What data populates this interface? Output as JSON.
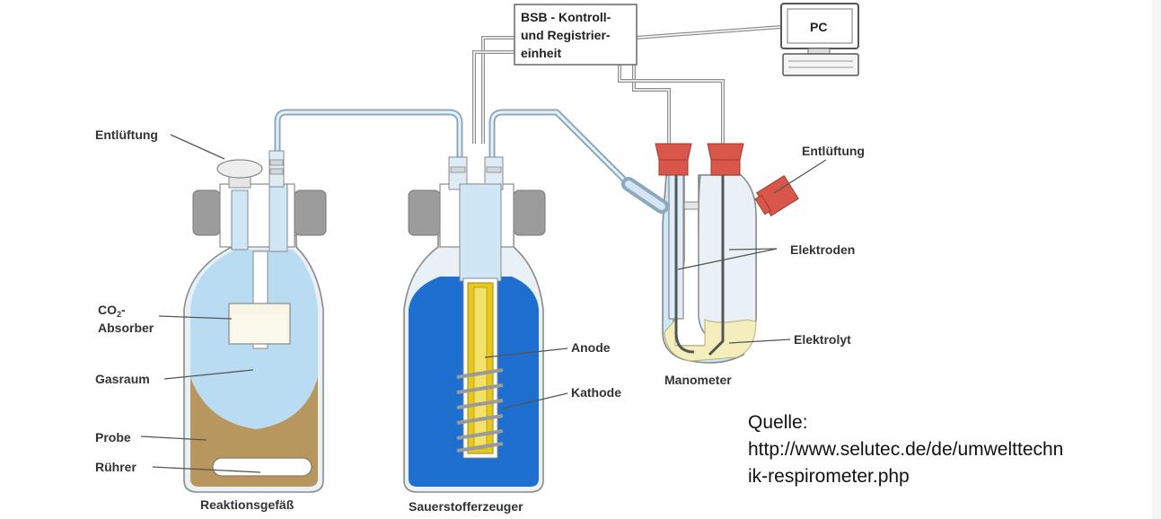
{
  "labels": {
    "control_unit_line1": "BSB - Kontroll-",
    "control_unit_line2": "und Registrier-",
    "control_unit_line3": "einheit",
    "pc": "PC",
    "vent_left": "Entlüftung",
    "vent_right": "Entlüftung",
    "co2_line1": "CO",
    "co2_sub": "2",
    "co2_dash": "-",
    "co2_line2": "Absorber",
    "gas_space": "Gasraum",
    "sample": "Probe",
    "stirrer": "Rührer",
    "anode": "Anode",
    "cathode": "Kathode",
    "electrodes": "Elektroden",
    "electrolyte": "Elektrolyt",
    "manometer": "Manometer",
    "reaction_vessel": "Reaktionsgefäß",
    "oxygen_generator": "Sauerstofferzeuger"
  },
  "source": {
    "line1": "Quelle:",
    "line2": "http://www.selutec.de/de/umwelttechn",
    "line3": "ik-respirometer.php"
  },
  "colors": {
    "glass": "#e9f1f7",
    "gas": "#b9dcf3",
    "sample": "#b8975e",
    "blue_water": "#1f6fd0",
    "electrode_yellow": "#e8c81a",
    "cap_grey": "#9c9c9c",
    "stopper_red": "#d9574a",
    "electrolyte": "#f3eebb",
    "tube": "#8aa9bf"
  }
}
